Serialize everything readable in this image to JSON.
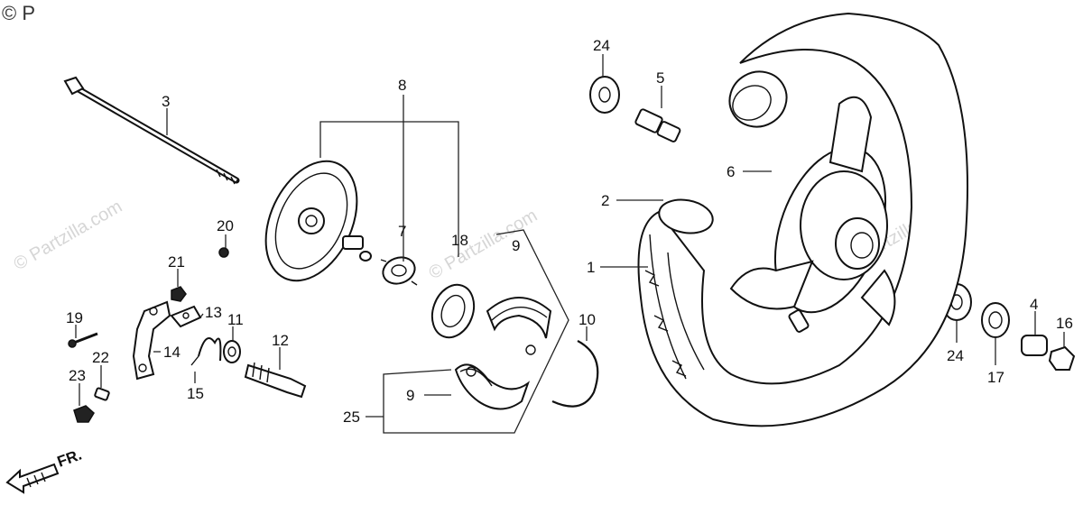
{
  "watermark": {
    "corner": "© P",
    "text": "© Partzilla.com"
  },
  "direction_arrow": {
    "label": "FR."
  },
  "callouts": {
    "c1": "1",
    "c2": "2",
    "c3": "3",
    "c4": "4",
    "c5": "5",
    "c6": "6",
    "c7": "7",
    "c8": "8",
    "c9a": "9",
    "c9b": "9",
    "c10": "10",
    "c11": "11",
    "c12": "12",
    "c13": "13",
    "c14": "14",
    "c15": "15",
    "c16": "16",
    "c17": "17",
    "c18": "18",
    "c19": "19",
    "c20": "20",
    "c21": "21",
    "c22": "22",
    "c23": "23",
    "c24a": "24",
    "c24b": "24",
    "c25": "25"
  }
}
